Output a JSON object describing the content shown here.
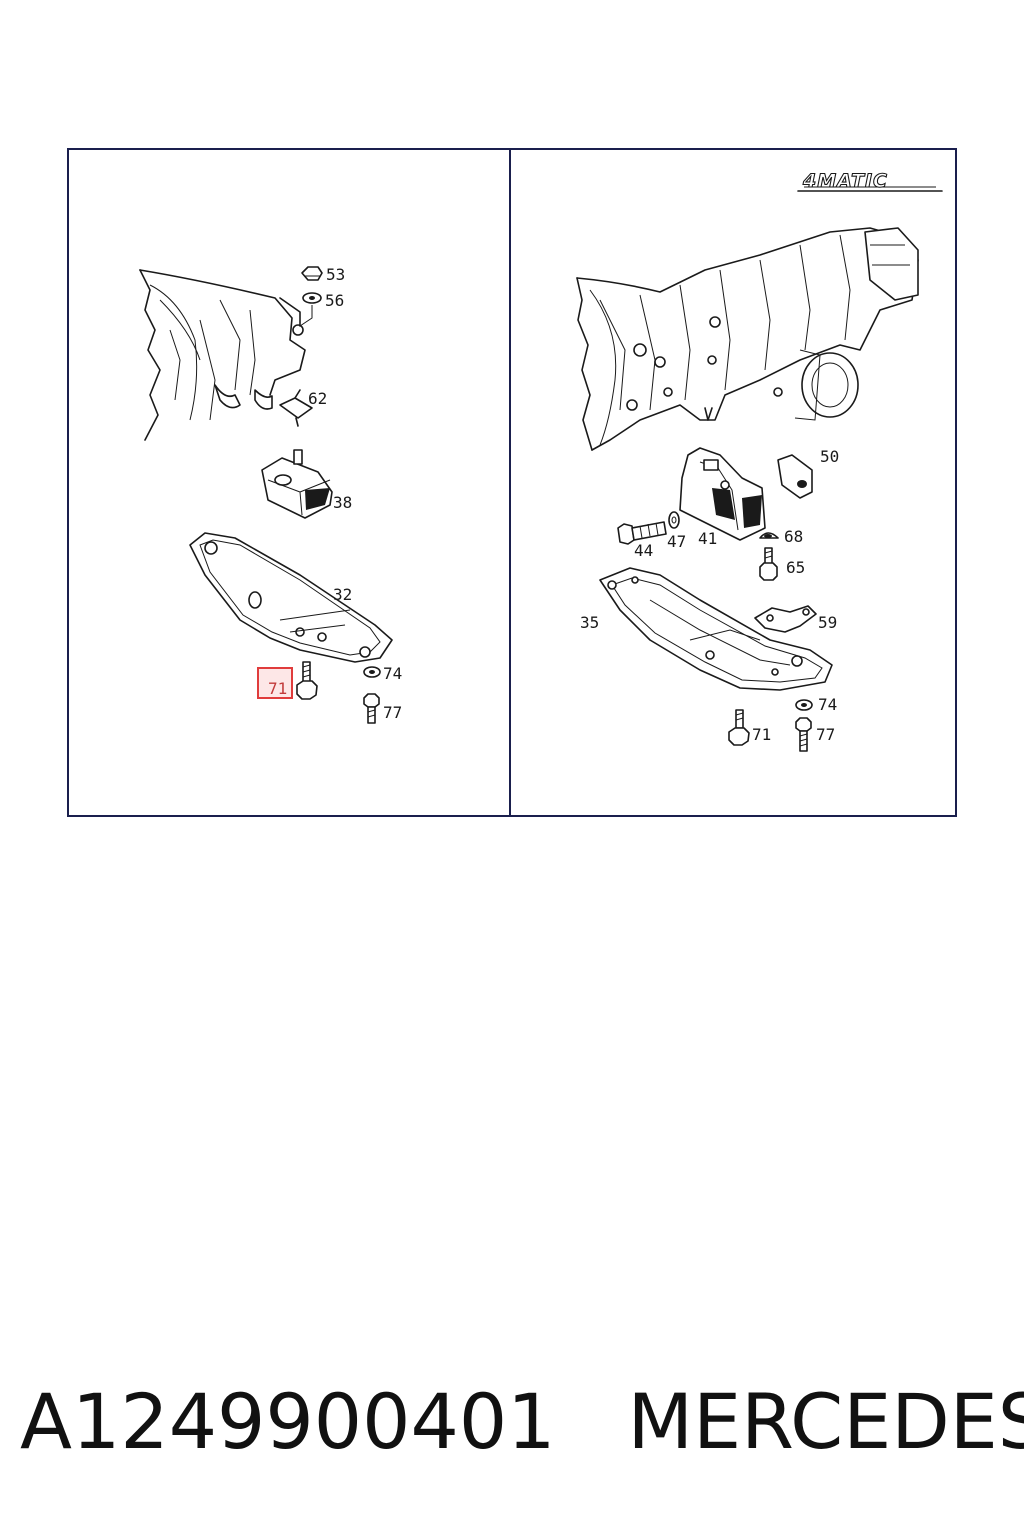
{
  "diagram": {
    "left_panel": {
      "callouts": [
        "53",
        "56",
        "62",
        "38",
        "32",
        "74",
        "71",
        "77"
      ],
      "highlighted_callout": "71",
      "highlight_color": "#e03c3c"
    },
    "right_panel": {
      "badge": "4MATIC",
      "callouts": [
        "50",
        "44",
        "47",
        "41",
        "68",
        "65",
        "35",
        "59",
        "74",
        "71",
        "77"
      ]
    },
    "frame_color": "#1a1f4d"
  },
  "caption": {
    "part_number": "A1249900401",
    "brand": "MERCEDES"
  }
}
